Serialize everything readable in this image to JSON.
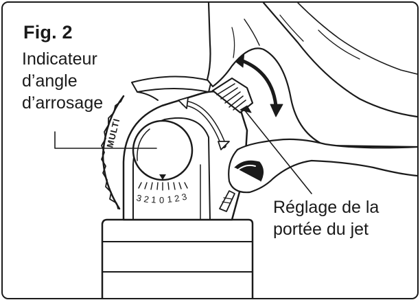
{
  "figure": {
    "label": "Fig. 2"
  },
  "callouts": {
    "spray_angle_indicator": [
      "Indicateur",
      "d’angle",
      "d’arrosage"
    ],
    "jet_range_adjustment": [
      "Réglage de la",
      "portée du jet"
    ]
  },
  "device": {
    "dial_text": "MULTI",
    "scale_digits": [
      "3",
      "2",
      "1",
      "0",
      "1",
      "2",
      "3"
    ]
  },
  "colors": {
    "line": "#1a1a1a",
    "background": "#ffffff"
  }
}
